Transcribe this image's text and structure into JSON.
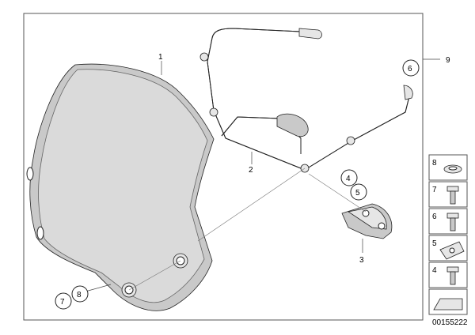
{
  "callouts": {
    "main": [
      "1",
      "2",
      "3",
      "9"
    ],
    "circled_main": [
      "4",
      "5",
      "6",
      "7",
      "8"
    ],
    "legend": [
      "8",
      "7",
      "6",
      "5",
      "4"
    ]
  },
  "diagram_id": "00155222"
}
